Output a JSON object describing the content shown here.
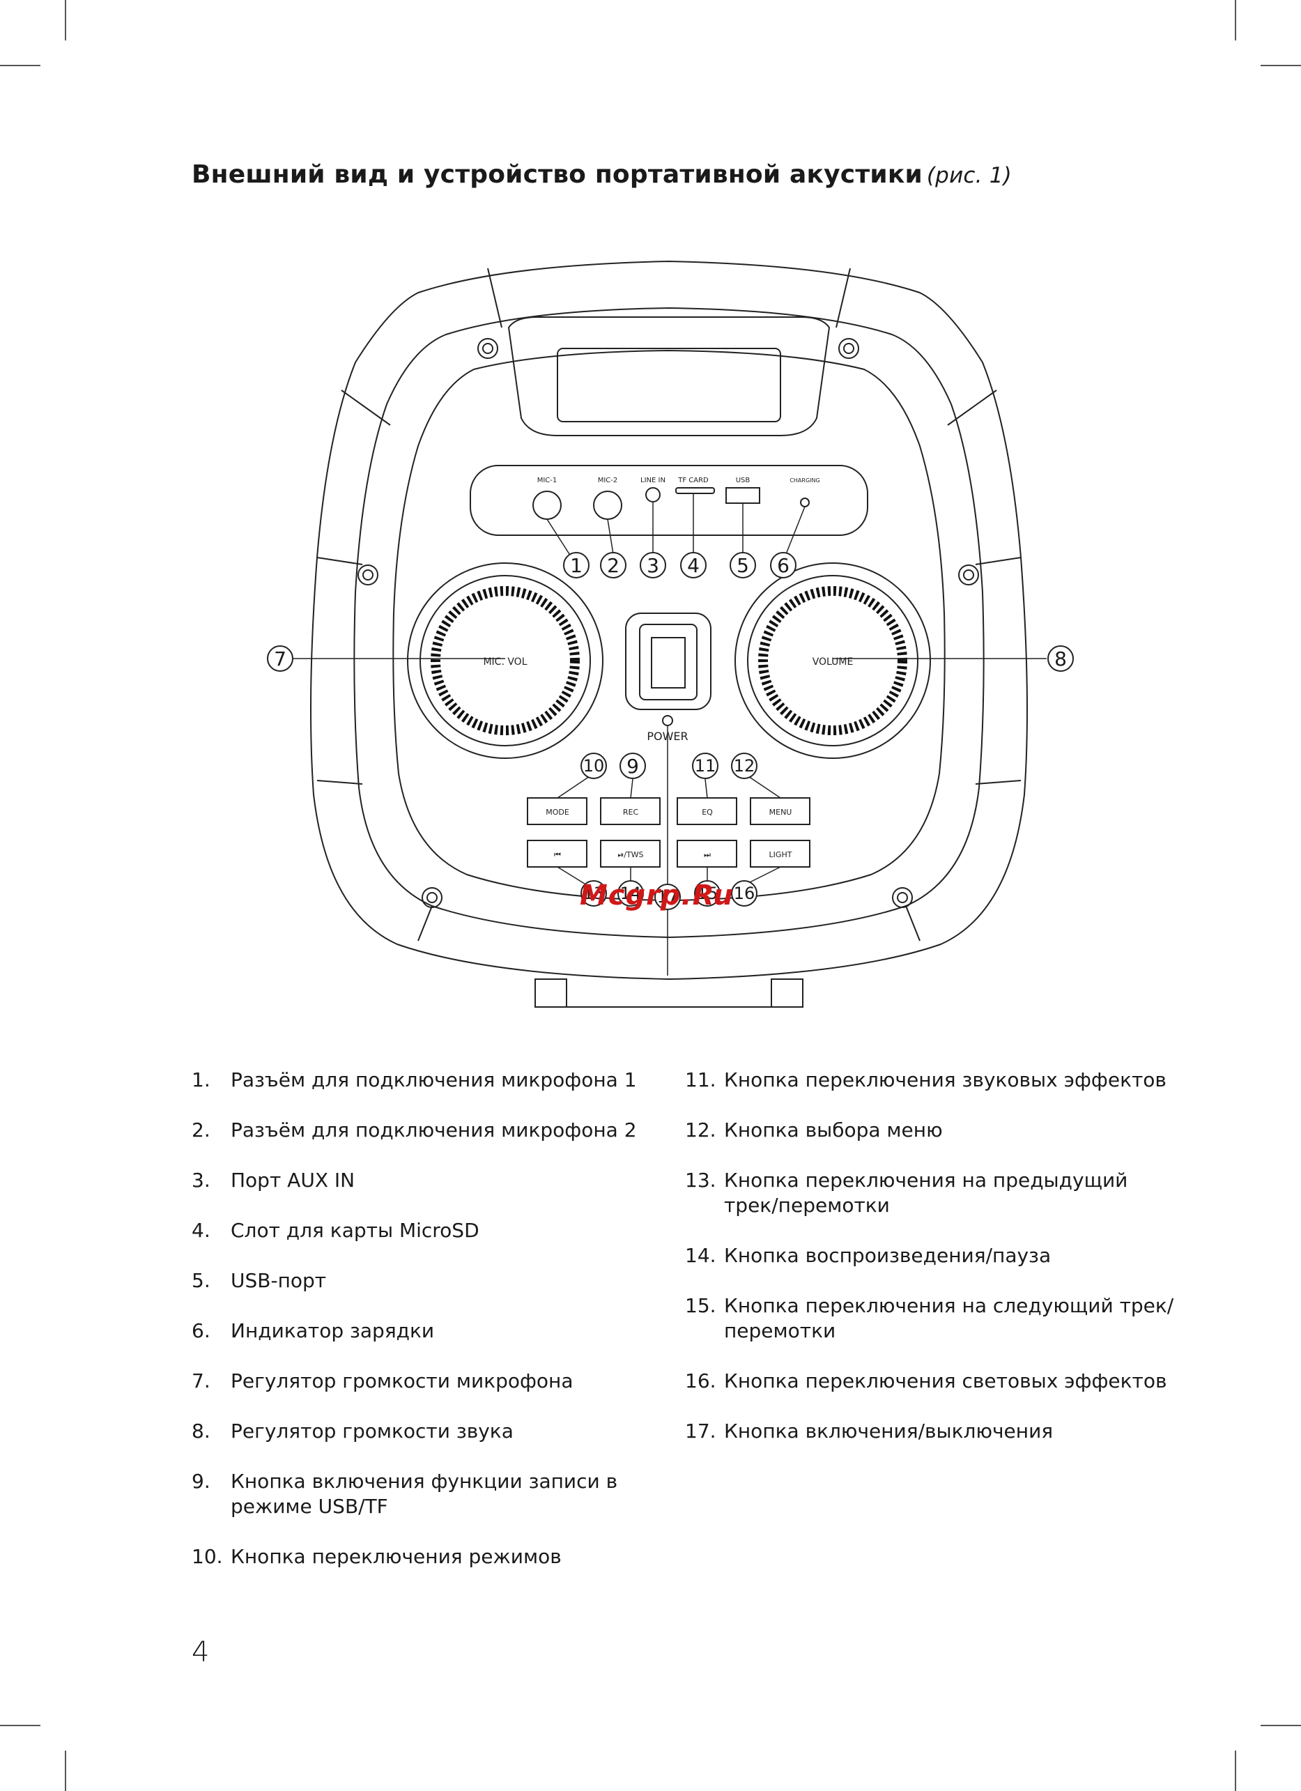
{
  "page": {
    "title": "Внешний вид и устройство портативной акустики",
    "figure_ref": "(рис. 1)",
    "page_number": "4",
    "watermark": "Mcgrp.Ru"
  },
  "diagram": {
    "port_labels": {
      "mic1": "MIC-1",
      "mic2": "MIC-2",
      "line_in": "LINE IN",
      "tf_card": "TF CARD",
      "usb": "USB",
      "charging": "CHARGING"
    },
    "knobs": {
      "mic_vol": "MIC. VOL",
      "volume": "VOLUME"
    },
    "power_label": "POWER",
    "buttons": {
      "mode": "MODE",
      "rec": "REC",
      "eq": "EQ",
      "menu": "MENU",
      "prev": "⏮",
      "play": "⏯/TWS",
      "next": "⏭",
      "light": "LIGHT"
    },
    "callouts": [
      "1",
      "2",
      "3",
      "4",
      "5",
      "6",
      "7",
      "8",
      "9",
      "10",
      "11",
      "12",
      "13",
      "14",
      "17",
      "15",
      "16"
    ]
  },
  "legend_left": [
    {
      "num": "1.",
      "text": "Разъём для подключения микрофона 1"
    },
    {
      "num": "2.",
      "text": "Разъём для подключения микрофона 2"
    },
    {
      "num": "3.",
      "text": "Порт AUX IN"
    },
    {
      "num": "4.",
      "text": "Слот для карты MicroSD"
    },
    {
      "num": "5.",
      "text": "USB-порт"
    },
    {
      "num": "6.",
      "text": "Индикатор зарядки"
    },
    {
      "num": "7.",
      "text": "Регулятор громкости микрофона"
    },
    {
      "num": "8.",
      "text": "Регулятор громкости звука"
    },
    {
      "num": "9.",
      "text": "Кнопка включения функции записи в режиме USB/TF"
    },
    {
      "num": "10.",
      "text": "Кнопка переключения режимов"
    }
  ],
  "legend_right": [
    {
      "num": "11.",
      "text": "Кнопка переключения звуковых эффектов"
    },
    {
      "num": "12.",
      "text": "Кнопка выбора меню"
    },
    {
      "num": "13.",
      "text": "Кнопка переключения на предыдущий трек/перемотки"
    },
    {
      "num": "14.",
      "text": "Кнопка воспроизведения/пауза"
    },
    {
      "num": "15.",
      "text": "Кнопка переключения на следующий трек/ перемотки"
    },
    {
      "num": "16.",
      "text": "Кнопка переключения световых эффектов"
    },
    {
      "num": "17.",
      "text": "Кнопка включения/выключения"
    }
  ]
}
